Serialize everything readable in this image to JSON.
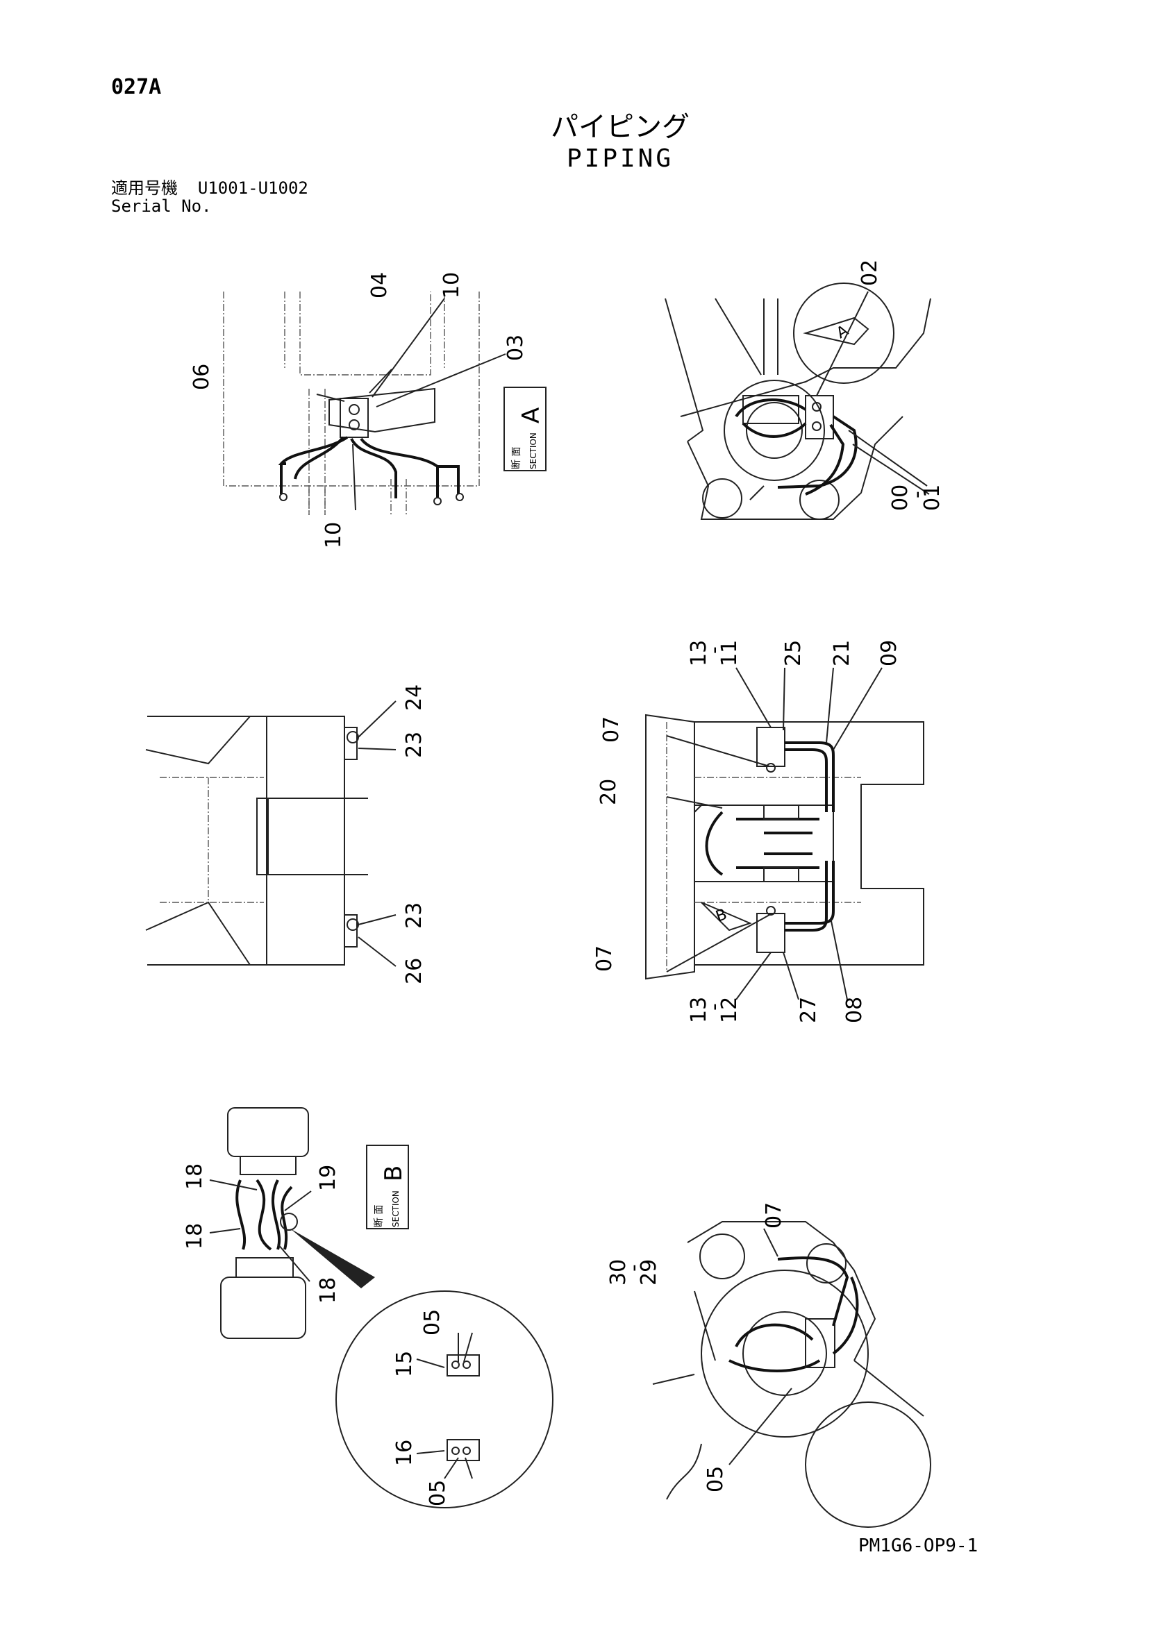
{
  "page_code": "027A",
  "title_jp": "パイピング",
  "title_en": "PIPING",
  "serial_label_jp": "適用号機",
  "serial_label_en": "Serial No.",
  "serial_range": "U1001-U1002",
  "footer_code": "PM1G6-OP9-1",
  "section_word_jp": "断 面",
  "section_word_en": "SECTION",
  "section_a_letter": "A",
  "section_b_letter": "B",
  "arrow_a_letter": "A",
  "arrow_b_letter": "B",
  "callouts_view1": [
    "04",
    "10",
    "06",
    "03",
    "10"
  ],
  "callouts_view2": [
    "02",
    "00",
    "-",
    "01"
  ],
  "callouts_view3": [
    "24",
    "23",
    "23",
    "26"
  ],
  "callouts_view4": [
    "13",
    "-",
    "11",
    "25",
    "21",
    "09",
    "07",
    "20",
    "07",
    "13",
    "-",
    "12",
    "27",
    "08"
  ],
  "callouts_view5": [
    "18",
    "19",
    "18",
    "18",
    "05",
    "15",
    "16",
    "05"
  ],
  "callouts_view6": [
    "07",
    "30",
    "-",
    "29",
    "05"
  ]
}
